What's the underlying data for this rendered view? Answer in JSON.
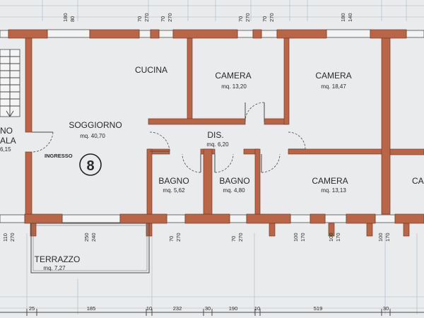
{
  "unit_number": "8",
  "ingresso_label": "INGRESSO",
  "rooms": [
    {
      "id": "soggiorno",
      "name": "SOGGIORNO",
      "area": "mq. 40,70"
    },
    {
      "id": "cucina",
      "name": "CUCINA",
      "area": ""
    },
    {
      "id": "camera1",
      "name": "CAMERA",
      "area": "mq. 13,20"
    },
    {
      "id": "camera2",
      "name": "CAMERA",
      "area": "mq. 18,47"
    },
    {
      "id": "dis",
      "name": "DIS.",
      "area": "mq. 6,20"
    },
    {
      "id": "bagno1",
      "name": "BAGNO",
      "area": "mq. 5,62"
    },
    {
      "id": "bagno2",
      "name": "BAGNO",
      "area": "mq. 4,80"
    },
    {
      "id": "camera3",
      "name": "CAMERA",
      "area": "mq. 13,13"
    },
    {
      "id": "terrazzo",
      "name": "TERRAZZO",
      "area": "mq. 7,27"
    },
    {
      "id": "camera-right",
      "name": "CA",
      "area": ""
    }
  ],
  "left_fragment": {
    "line1": "NO",
    "line2": "ALA",
    "area": "6,15"
  },
  "window_dims_top": [
    {
      "top": "180",
      "bottom": "80"
    },
    {
      "top": "70",
      "bottom": "270"
    },
    {
      "top": "70",
      "bottom": "270"
    },
    {
      "top": "70",
      "bottom": "270"
    },
    {
      "top": "70",
      "bottom": "270"
    },
    {
      "top": "180",
      "bottom": "140"
    }
  ],
  "window_dims_bottom": [
    {
      "top": "110",
      "bottom": "270"
    },
    {
      "top": "250",
      "bottom": "240"
    },
    {
      "top": "70",
      "bottom": "270"
    },
    {
      "top": "70",
      "bottom": "270"
    },
    {
      "top": "100",
      "bottom": "170"
    },
    {
      "top": "100",
      "bottom": "170"
    },
    {
      "top": "100",
      "bottom": "170"
    }
  ],
  "bottom_dims": [
    "25",
    "185",
    "10",
    "232",
    "30",
    "190",
    "10",
    "519",
    "30"
  ]
}
